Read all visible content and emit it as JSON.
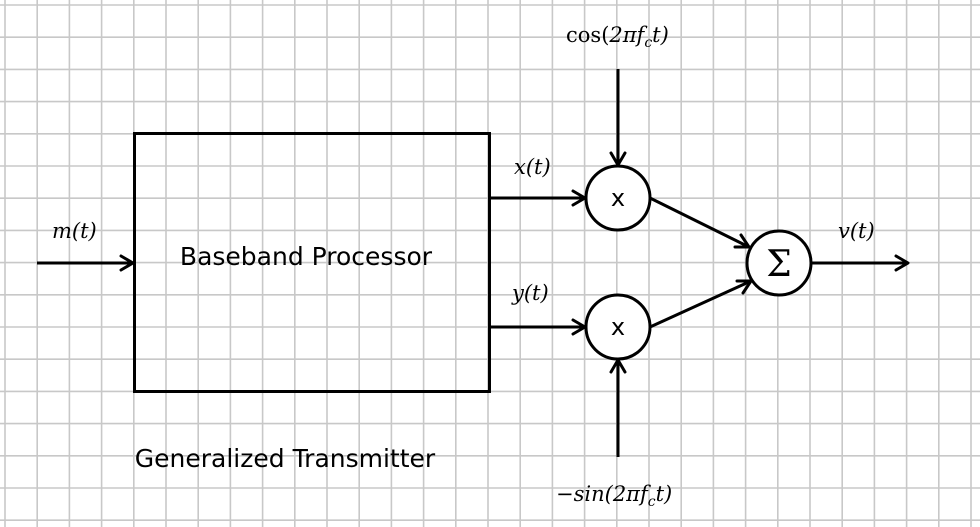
{
  "diagram": {
    "title": "Generalized Transmitter",
    "block": {
      "label": "Baseband Processor"
    },
    "signals": {
      "input": "m(t)",
      "in_phase": "x(t)",
      "quadrature": "y(t)",
      "output": "v(t)",
      "carrier_top": {
        "func": "cos",
        "arg": "2πf",
        "sub": "c",
        "tail": "t)"
      },
      "carrier_bottom": {
        "prefix": "−sin",
        "arg": "(2πf",
        "sub": "c",
        "tail": "t)"
      }
    },
    "nodes": {
      "mixer_top": "x",
      "mixer_bottom": "x",
      "summer": "Σ"
    },
    "colors": {
      "grid": "#c8c8c8",
      "stroke": "#000000",
      "background": "#ffffff"
    }
  }
}
